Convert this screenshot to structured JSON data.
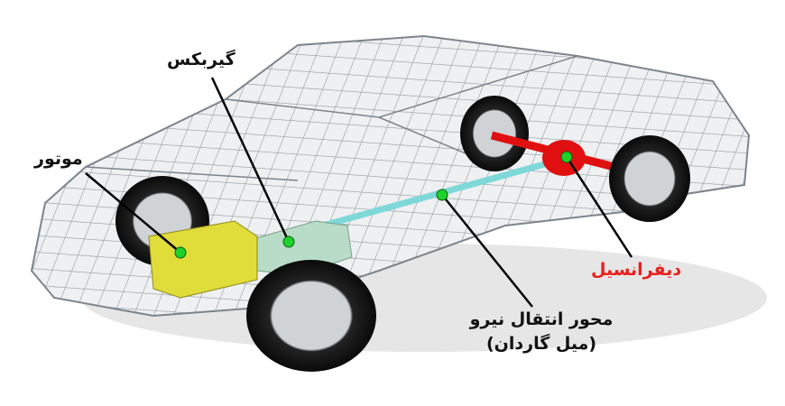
{
  "labels": {
    "gearbox": "گیربکس",
    "engine": "موتور",
    "differential": "دیفرانسیل",
    "driveshaft_line1": "محور انتقال نیرو",
    "driveshaft_line2": "(میل گاردان)"
  },
  "colors": {
    "differential_label": "#e8201e",
    "differential": "#e01010",
    "engine": "#e0dc3a",
    "driveshaft": "#7fd8d8",
    "marker": "#1fd12a",
    "body_wire": "#9aa3ab"
  }
}
